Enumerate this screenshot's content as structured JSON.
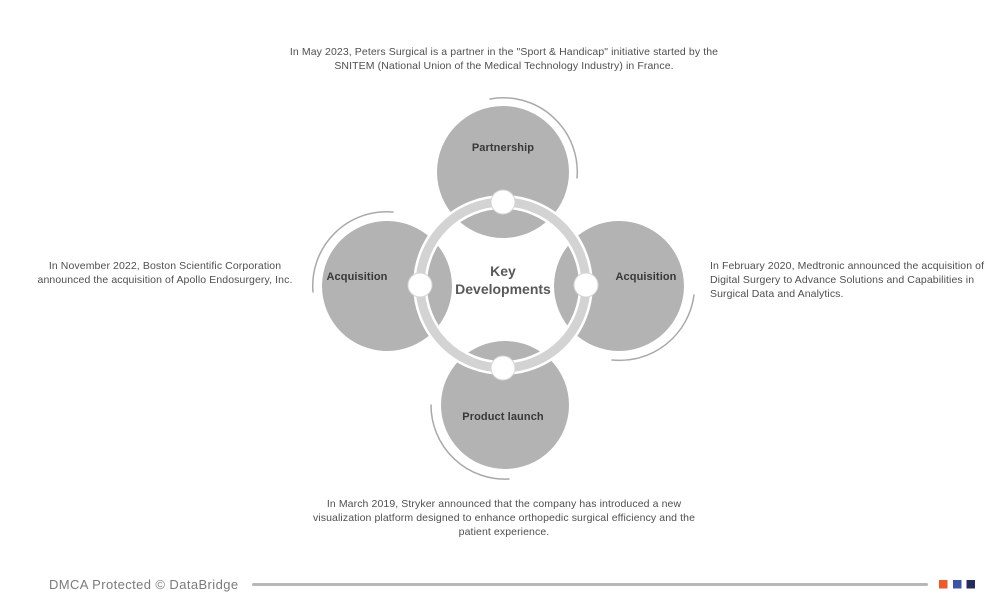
{
  "diagram": {
    "center_label": "Key Developments",
    "nodes": [
      {
        "id": "top",
        "label": "Partnership"
      },
      {
        "id": "left",
        "label": "Acquisition"
      },
      {
        "id": "right",
        "label": "Acquisition"
      },
      {
        "id": "bottom",
        "label": "Product launch"
      }
    ],
    "notes": {
      "top": "In May 2023, Peters Surgical is a partner in the \"Sport & Handicap\" initiative started by the SNITEM (National Union of the Medical Technology Industry) in France.",
      "left": "In November 2022, Boston Scientific Corporation announced the acquisition of Apollo Endosurgery, Inc.",
      "right": "In February 2020, Medtronic announced the acquisition of Digital Surgery to Advance Solutions and Capabilities in Surgical Data and Analytics.",
      "bottom": "In March 2019, Stryker announced that the company has introduced a new visualization platform designed to enhance orthopedic surgical efficiency and the patient experience."
    },
    "colors": {
      "circle": "#b3b3b3",
      "ring": "#d3d3d3",
      "arc": "#a9a9a9",
      "label": "#383838",
      "note": "#4f4f4f",
      "center_label": "#595959"
    }
  },
  "footer": {
    "text": "DMCA Protected © DataBridge",
    "squares": [
      "#f05a28",
      "#3b54a5",
      "#262c5f"
    ]
  }
}
